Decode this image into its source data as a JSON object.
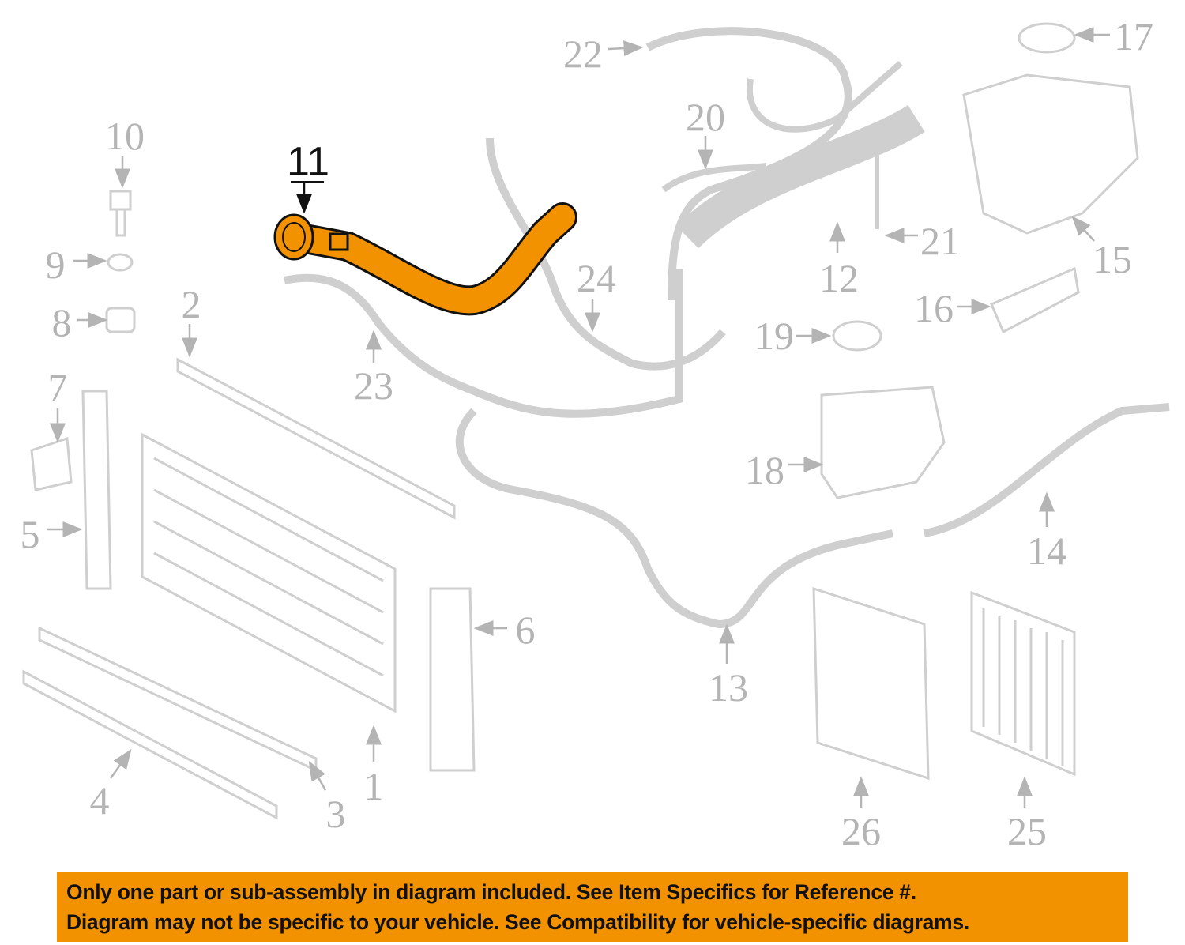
{
  "diagram": {
    "highlighted_part": "11",
    "callouts": [
      "1",
      "2",
      "3",
      "4",
      "5",
      "6",
      "7",
      "8",
      "9",
      "10",
      "11",
      "12",
      "13",
      "14",
      "15",
      "16",
      "17",
      "18",
      "19",
      "20",
      "21",
      "22",
      "23",
      "24",
      "25",
      "26"
    ],
    "colors": {
      "highlight": "#f39200",
      "parts": "#c8c8c8",
      "labels": "#b4b4b4"
    }
  },
  "banner": {
    "line1": "Only one part or sub-assembly in diagram included. See Item Specifics for Reference #.",
    "line2": "Diagram may not be specific to your vehicle. See Compatibility for vehicle-specific diagrams."
  }
}
